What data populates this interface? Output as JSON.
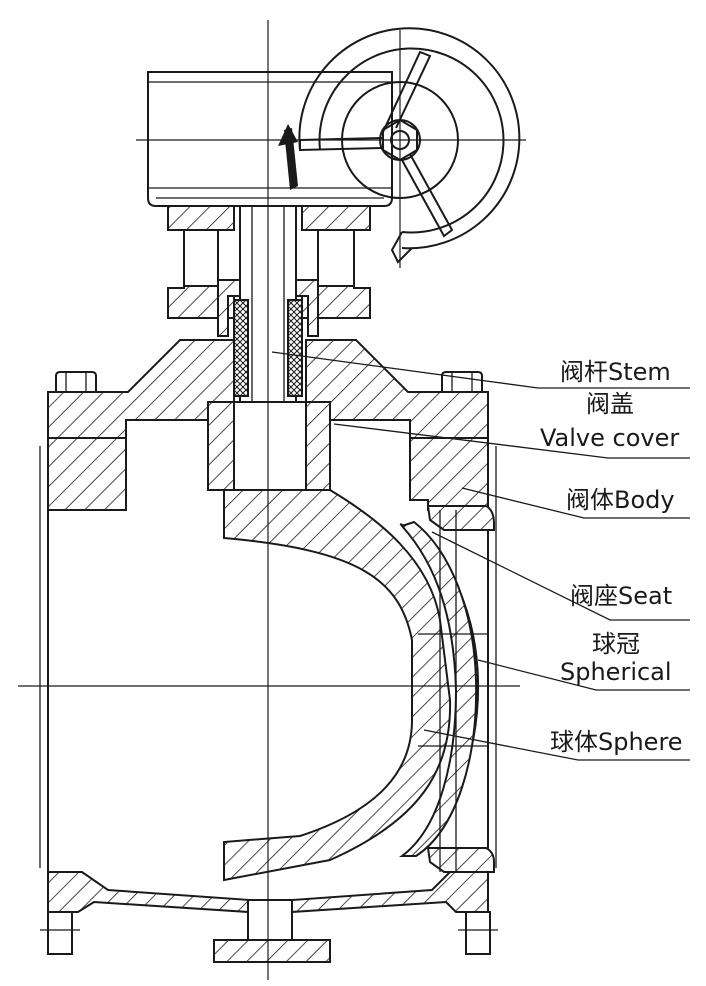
{
  "labels": {
    "stem": "阀杆Stem",
    "cover_cn": "阀盖",
    "cover_en": "Valve cover",
    "body": "阀体Body",
    "seat": "阀座Seat",
    "spherical_cn": "球冠",
    "spherical_en": "Spherical",
    "sphere": "球体Sphere"
  },
  "colors": {
    "ink": "#1a1a1a",
    "background": "#ffffff"
  }
}
